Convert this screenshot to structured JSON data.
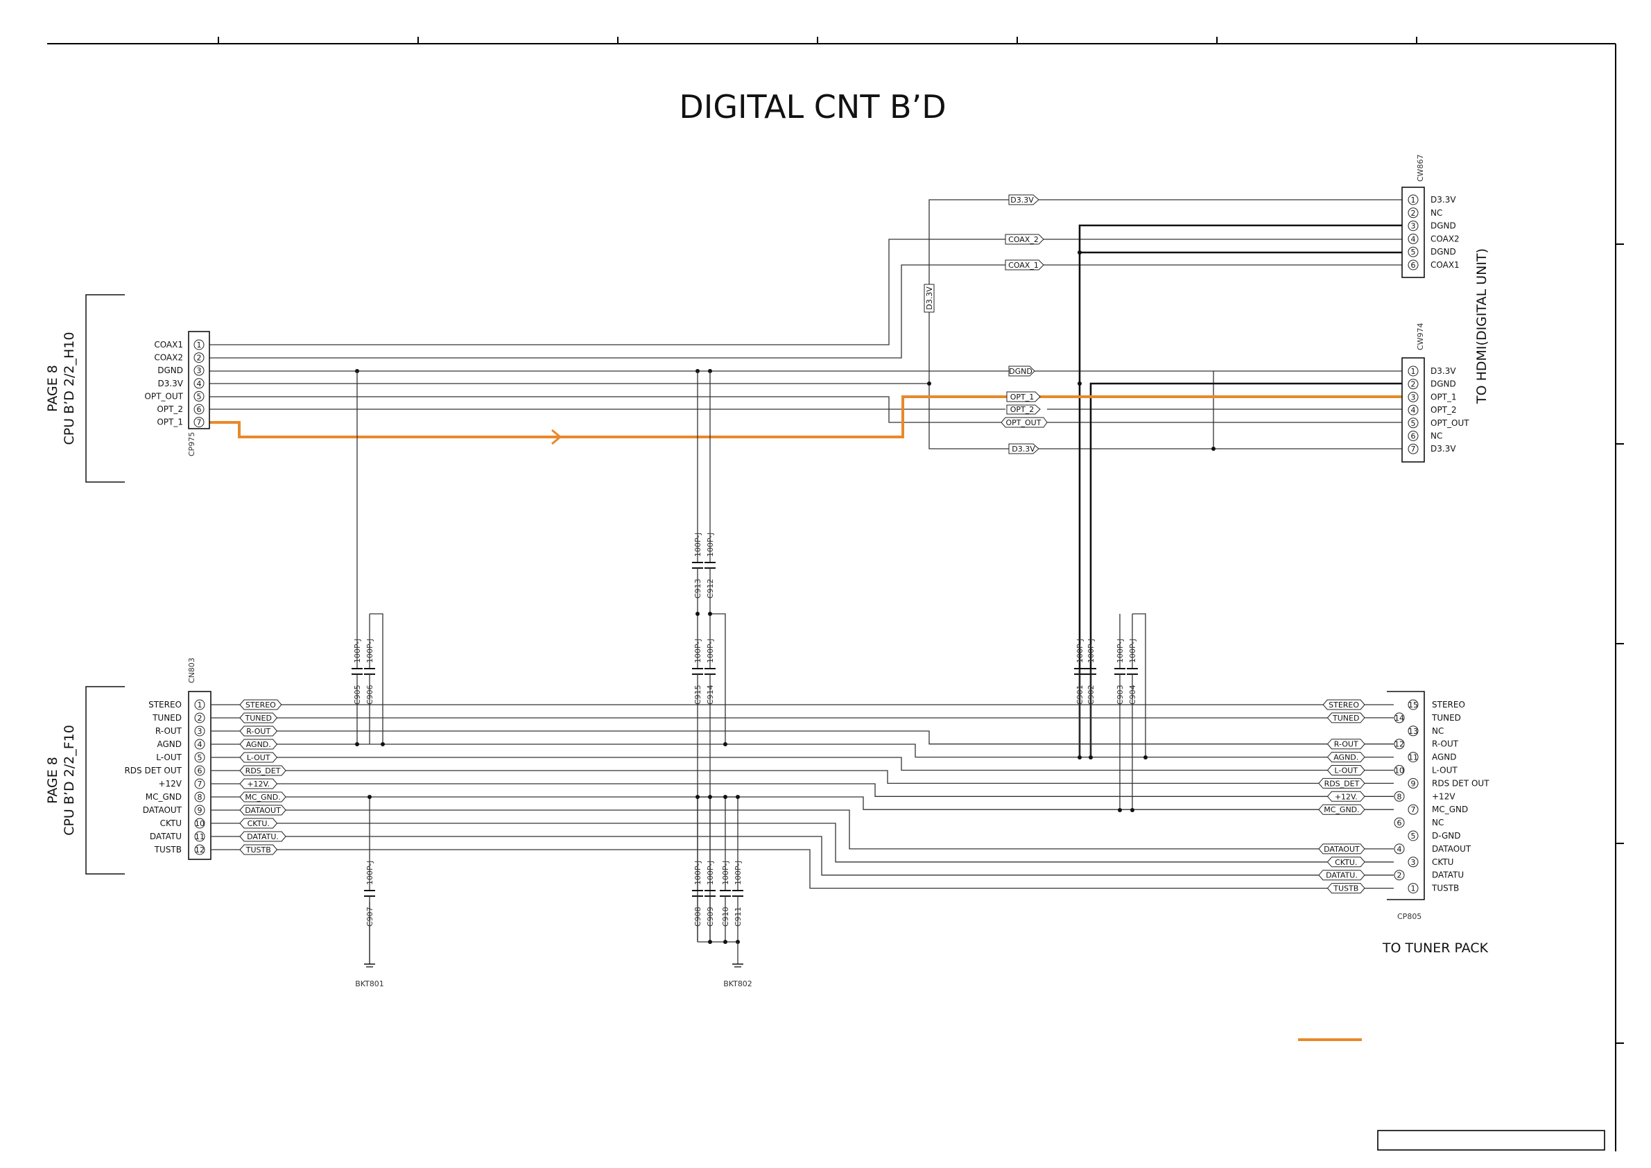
{
  "title": "DIGITAL CNT B’D",
  "colors": {
    "signal_path": "#e8892a",
    "wire": "#333333"
  },
  "blocks": {
    "top_left": {
      "line1": "PAGE 8",
      "line2": "CPU B’D 2/2_H10"
    },
    "bottom_left": {
      "line1": "PAGE 8",
      "line2": "CPU B’D 2/2_F10"
    },
    "right_hdmi": "TO HDMI(DIGITAL UNIT)",
    "tuner_pack": "TO TUNER PACK"
  },
  "connectors": {
    "cp975": {
      "ref": "CP975",
      "pins": [
        "COAX1",
        "COAX2",
        "DGND",
        "D3.3V",
        "OPT_OUT",
        "OPT_2",
        "OPT_1"
      ]
    },
    "cn803": {
      "ref": "CN803",
      "pins": [
        "STEREO",
        "TUNED",
        "R-OUT",
        "AGND",
        "L-OUT",
        "RDS DET OUT",
        "+12V",
        "MC_GND",
        "DATAOUT",
        "CKTU",
        "DATATU",
        "TUSTB"
      ]
    },
    "cw867": {
      "ref": "CW867",
      "pins": [
        "D3.3V",
        "NC",
        "DGND",
        "COAX2",
        "DGND",
        "COAX1"
      ]
    },
    "cw974": {
      "ref": "CW974",
      "pins": [
        "D3.3V",
        "DGND",
        "OPT_1",
        "OPT_2",
        "OPT_OUT",
        "NC",
        "D3.3V"
      ]
    },
    "cp805": {
      "ref": "CP805",
      "pins": [
        "STEREO",
        "TUNED",
        "NC",
        "R-OUT",
        "AGND",
        "L-OUT",
        "RDS DET OUT",
        "+12V",
        "MC_GND",
        "NC",
        "D-GND",
        "DATAOUT",
        "CKTU",
        "DATATU",
        "TUSTB"
      ],
      "numbers": [
        "15",
        "14",
        "13",
        "12",
        "11",
        "10",
        "9",
        "8",
        "7",
        "6",
        "5",
        "4",
        "3",
        "2",
        "1"
      ]
    }
  },
  "net_labels": {
    "top": [
      "D3.3V",
      "COAX_2",
      "COAX_1",
      "D3.3V",
      "DGND",
      "OPT_1",
      "OPT_2",
      "OPT_OUT",
      "D3.3V"
    ],
    "left_tuner": [
      "STEREO",
      "TUNED",
      "R-OUT",
      "AGND.",
      "L-OUT",
      "RDS_DET",
      "+12V.",
      "MC_GND.",
      "DATAOUT",
      "CKTU.",
      "DATATU.",
      "TUSTB"
    ],
    "right_tuner": [
      "STEREO",
      "TUNED",
      "R-OUT",
      "AGND.",
      "L-OUT",
      "RDS_DET",
      "+12V.",
      "MC_GND.",
      "DATAOUT",
      "CKTU.",
      "DATATU.",
      "TUSTB"
    ]
  },
  "capacitors": {
    "value": "100P-J",
    "refs": [
      "C905",
      "C906",
      "C907",
      "C913",
      "C912",
      "C915",
      "C914",
      "C908",
      "C909",
      "C910",
      "C911",
      "C901",
      "C902",
      "C903",
      "C904"
    ]
  },
  "brackets": [
    "BKT801",
    "BKT802"
  ]
}
